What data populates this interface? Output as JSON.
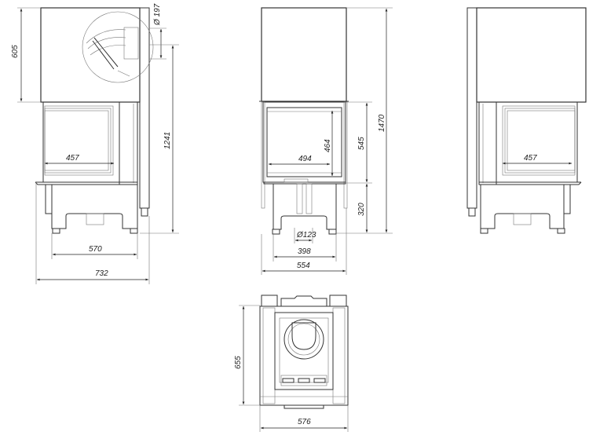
{
  "side_view_left": {
    "dims": {
      "hood_height": "605",
      "flue_diameter": "Ø 197",
      "total_to_outlet": "1241",
      "glass_width": "457",
      "base_width": "570",
      "total_width": "732"
    }
  },
  "front_view": {
    "dims": {
      "total_height": "1470",
      "door_height": "545",
      "base_height": "320",
      "glass_height": "464",
      "glass_width": "494",
      "air_inlet": "Ø123",
      "base_width": "398",
      "total_width": "554"
    }
  },
  "side_view_right": {
    "dims": {
      "glass_width": "457"
    }
  },
  "top_view": {
    "dims": {
      "depth": "655",
      "width": "576"
    }
  },
  "colors": {
    "line": "#333333",
    "background": "#ffffff"
  }
}
